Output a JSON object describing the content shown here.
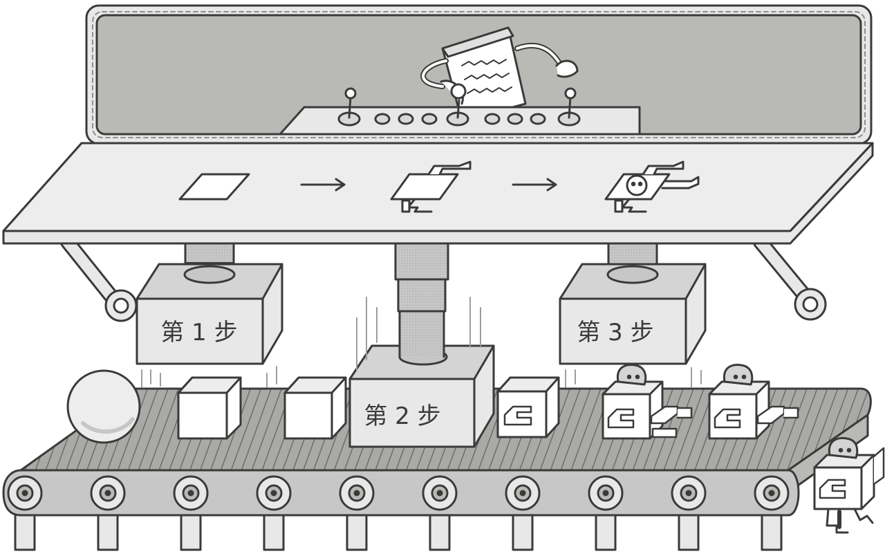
{
  "labels": {
    "step1": "第 1 步",
    "step2": "第 2 步",
    "step3": "第 3 步"
  },
  "colors": {
    "ink": "#3a3a3a",
    "light": "#e8e8e8",
    "mid": "#c7c7c7",
    "dark": "#a9aaa6",
    "panel": "#b9bab6",
    "white": "#ffffff"
  },
  "icons": {
    "stage1": "blank-square-icon",
    "stage2": "partial-robot-icon",
    "stage3": "full-robot-icon",
    "arrow": "arrow-right-icon"
  }
}
